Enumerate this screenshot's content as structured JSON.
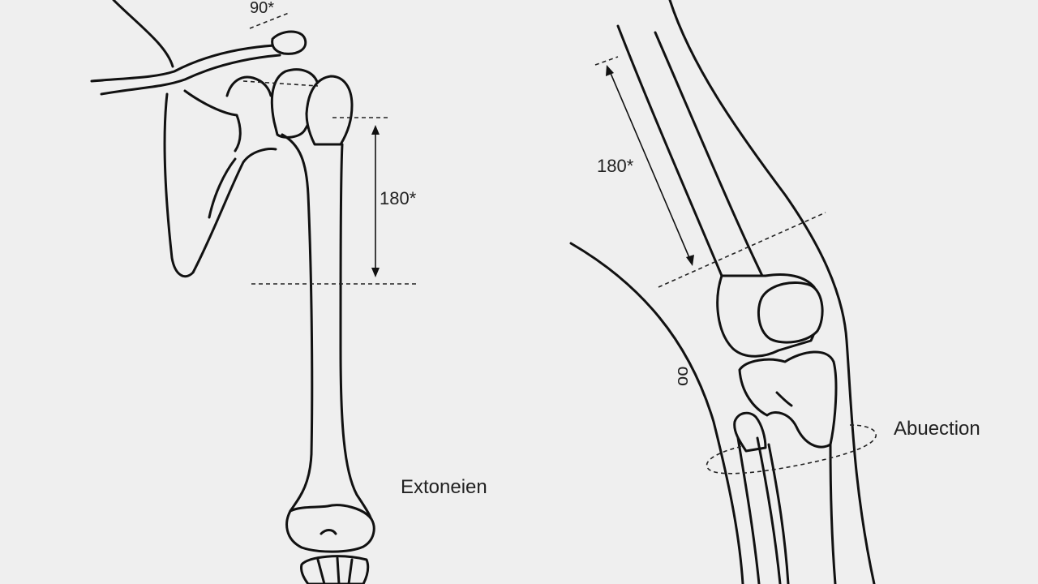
{
  "labels": {
    "shoulder_top_angle": "90*",
    "shoulder_range_angle": "180*",
    "shoulder_movement": "Extoneien",
    "knee_range_angle": "180*",
    "knee_side_mark": "oo",
    "knee_movement": "Abuection"
  }
}
